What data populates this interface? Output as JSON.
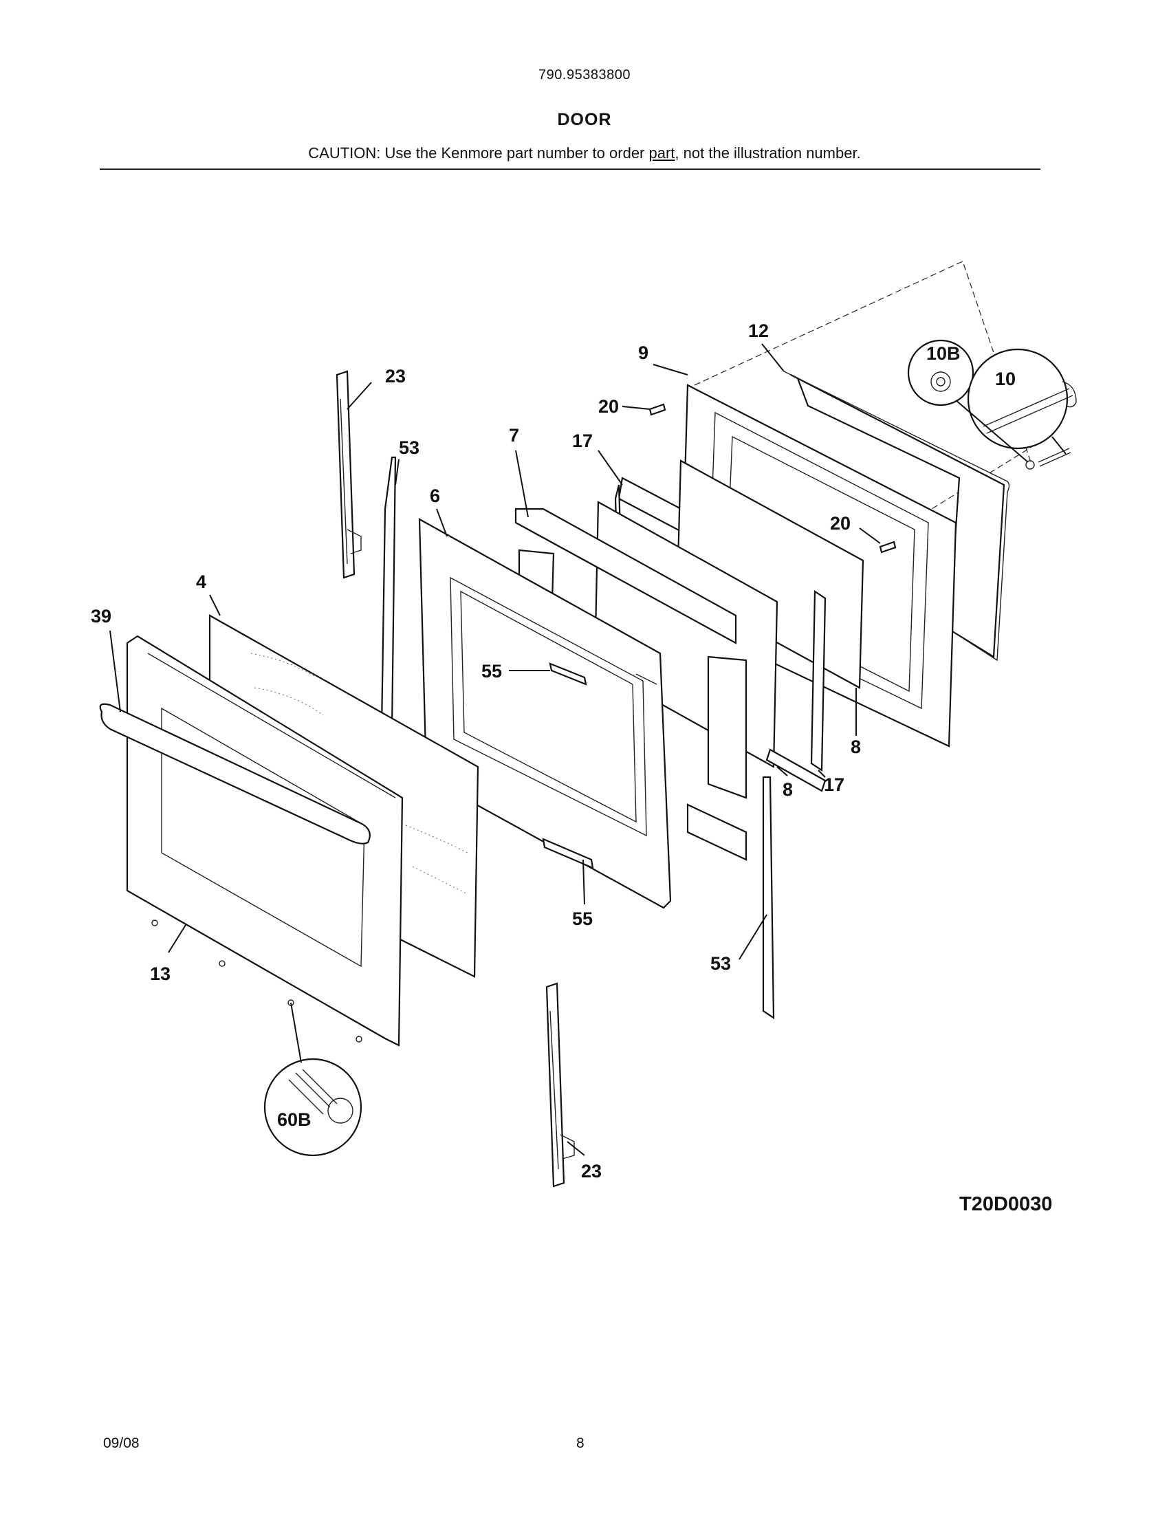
{
  "header": {
    "model_number": "790.95383800",
    "section_title": "DOOR",
    "caution_prefix": "CAUTION: Use the Kenmore part number to order ",
    "caution_underlined": "part",
    "caution_suffix": ", not the illustration number."
  },
  "callouts": {
    "c4": "4",
    "c6": "6",
    "c7": "7",
    "c8a": "8",
    "c8b": "8",
    "c9": "9",
    "c10": "10",
    "c10b": "10B",
    "c12": "12",
    "c13": "13",
    "c17a": "17",
    "c17b": "17",
    "c20a": "20",
    "c20b": "20",
    "c23a": "23",
    "c23b": "23",
    "c39": "39",
    "c53a": "53",
    "c53b": "53",
    "c55a": "55",
    "c55b": "55",
    "c60b": "60B"
  },
  "diagram_id": "T20D0030",
  "footer": {
    "date": "09/08",
    "page": "8"
  },
  "colors": {
    "ink": "#111111",
    "paper": "#ffffff"
  }
}
